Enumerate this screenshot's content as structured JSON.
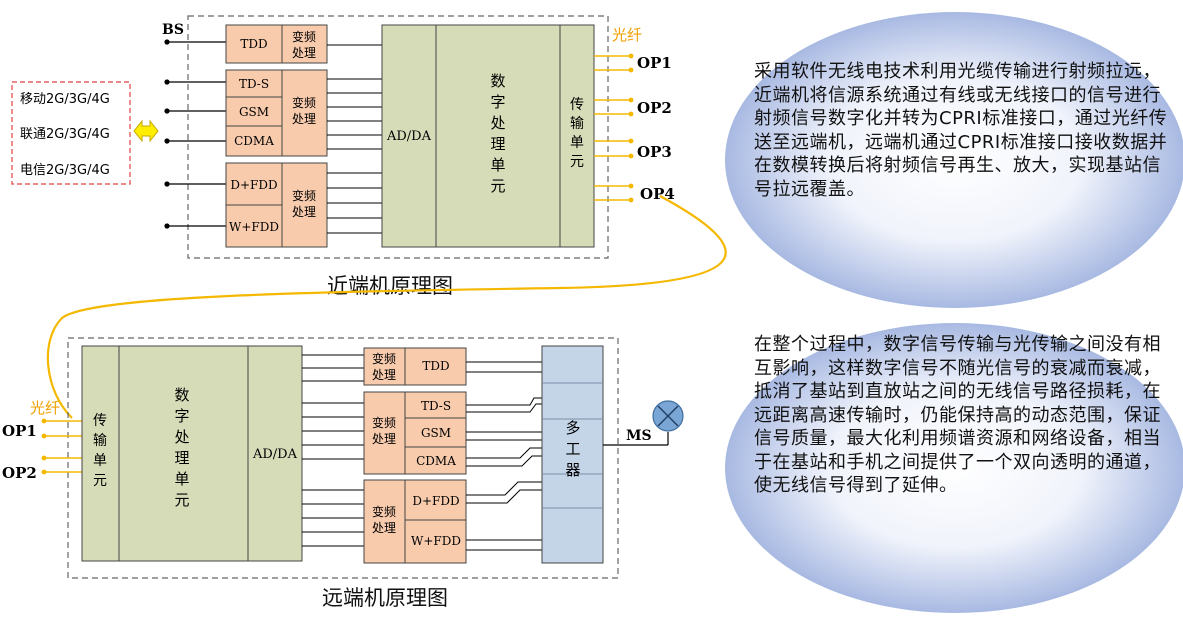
{
  "near": {
    "title": "近端机原理图",
    "bs_label": "BS",
    "carriers": [
      "移动2G/3G/4G",
      "联通2G/3G/4G",
      "电信2G/3G/4G"
    ],
    "tdd": "TDD",
    "freq_conv": [
      "变频",
      "处理"
    ],
    "tds": "TD-S",
    "gsm": "GSM",
    "cdma": "CDMA",
    "dfdd": "D+FDD",
    "wfdd": "W+FDD",
    "adda": "AD/DA",
    "dsp": [
      "数",
      "字",
      "处",
      "理",
      "单",
      "元"
    ],
    "trans": [
      "传",
      "输",
      "单",
      "元"
    ],
    "fiber": "光纤",
    "ports": [
      "OP1",
      "OP2",
      "OP3",
      "OP4"
    ]
  },
  "far": {
    "title": "远端机原理图",
    "fiber": "光纤",
    "ports": [
      "OP1",
      "OP2"
    ],
    "trans": [
      "传",
      "输",
      "单",
      "元"
    ],
    "dsp": [
      "数",
      "字",
      "处",
      "理",
      "单",
      "元"
    ],
    "adda": "AD/DA",
    "freq_conv": [
      "变频",
      "处理"
    ],
    "tdd": "TDD",
    "tds": "TD-S",
    "gsm": "GSM",
    "cdma": "CDMA",
    "dfdd": "D+FDD",
    "wfdd": "W+FDD",
    "multiplexer": [
      "多",
      "工",
      "器"
    ],
    "ms_label": "MS"
  },
  "description": {
    "p1": "采用软件无线电技术利用光缆传输进行射频拉远，近端机将信源系统通过有线或无线接口的信号进行射频信号数字化并转为CPRI标准接口，通过光纤传送至远端机，远端机通过CPRI标准接口接收数据并在数模转换后将射频信号再生、放大，实现基站信号拉远覆盖。",
    "p2": "在整个过程中，数字信号传输与光传输之间没有相互影响，这样数字信号不随光信号的衰减而衰减，抵消了基站到直放站之间的无线信号路径损耗，在远距离高速传输时，仍能保持高的动态范围，保证信号质量，最大化利用频谱资源和网络设备，相当于在基站和手机之间提供了一个双向透明的通道，使无线信号得到了延伸。"
  },
  "colors": {
    "freq_block": "#f8cbad",
    "dsp_block": "#d6dcb8",
    "mux_block": "#c5d5e8",
    "fiber": "#f5b800",
    "fiber_label": "#f0a000",
    "carrier_border": "#e04040",
    "arrow": "#ffee00",
    "bubble": "#a6b8e0",
    "antenna": "#7aa6d6"
  }
}
